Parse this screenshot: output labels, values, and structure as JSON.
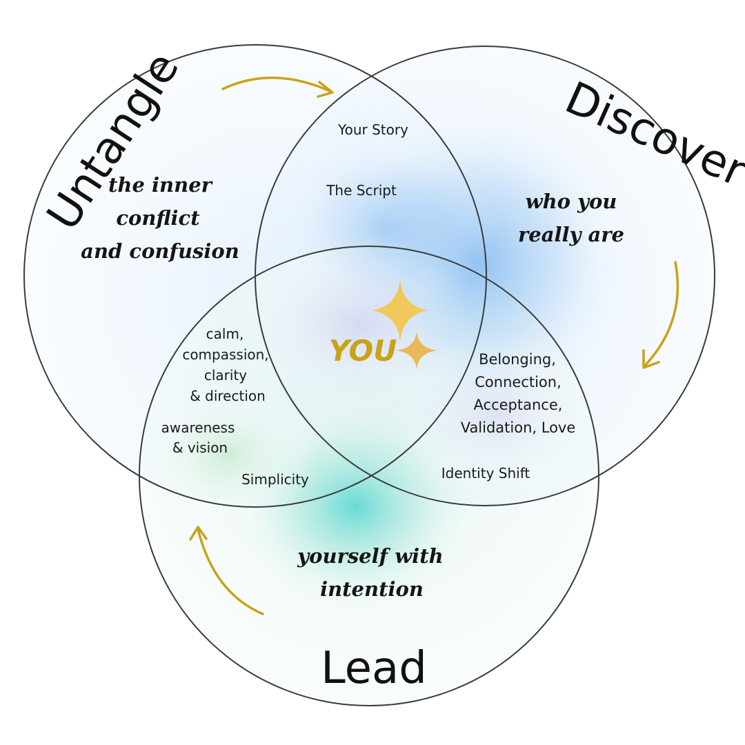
{
  "colors": {
    "outline": "#3a3a3a",
    "arrow": "#c9a21a",
    "you_text": "#c9a21a",
    "sparkle": "#f0c95a",
    "glow_blue": "#7fb8f0",
    "glow_teal": "#5fd8d3"
  },
  "circles": {
    "untangle": {
      "title": "Untangle",
      "tagline": [
        "the inner",
        "conflict",
        "and confusion"
      ]
    },
    "discover": {
      "title": "Discover",
      "tagline": [
        "who you",
        "really are"
      ]
    },
    "lead": {
      "title": "Lead",
      "tagline": [
        "yourself with",
        "intention"
      ]
    }
  },
  "overlaps": {
    "untangle_discover": [
      "Your Story",
      "The Script"
    ],
    "untangle_lead": {
      "upper": [
        "calm,",
        "compassion,",
        "clarity",
        "& direction"
      ],
      "lower": [
        "awareness",
        "& vision"
      ],
      "bottom": "Simplicity"
    },
    "discover_lead": {
      "list": [
        "Belonging,",
        "Connection,",
        "Acceptance,",
        "Validation, Love"
      ],
      "bottom": "Identity Shift"
    },
    "center": "YOU"
  },
  "icons": {
    "arrows": "curved-arrow-icon",
    "center": "sparkle-icon"
  }
}
